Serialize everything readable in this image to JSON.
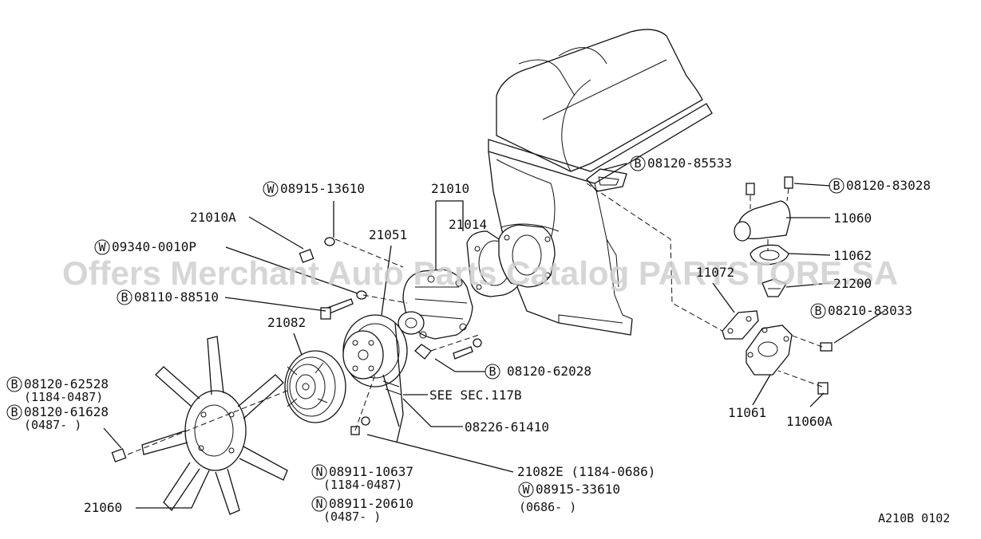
{
  "watermark": "Offers Merchant Auto Parts Catalog PARTSTORE.SA",
  "diagram_code": "A210B 0102",
  "callouts": [
    {
      "id": "w08915-13610",
      "prefix": "W",
      "text": "08915-13610"
    },
    {
      "id": "21010",
      "prefix": "",
      "text": "21010"
    },
    {
      "id": "21014",
      "prefix": "",
      "text": "21014"
    },
    {
      "id": "21010a",
      "prefix": "",
      "text": "21010A"
    },
    {
      "id": "21051",
      "prefix": "",
      "text": "21051"
    },
    {
      "id": "w09340-0010p",
      "prefix": "W",
      "text": "09340-0010P"
    },
    {
      "id": "b08110-88510",
      "prefix": "B",
      "text": "08110-88510"
    },
    {
      "id": "21082",
      "prefix": "",
      "text": "21082"
    },
    {
      "id": "b08120-62528",
      "prefix": "B",
      "text": "08120-62528"
    },
    {
      "id": "range-1184-0487-a",
      "prefix": "",
      "text": "(1184-0487)"
    },
    {
      "id": "b08120-61628",
      "prefix": "B",
      "text": "08120-61628"
    },
    {
      "id": "range-0487-a",
      "prefix": "",
      "text": "(0487-   )"
    },
    {
      "id": "b08120-62028",
      "prefix": "B",
      "text": "08120-62028"
    },
    {
      "id": "see-sec-117b",
      "prefix": "",
      "text": "SEE SEC.117B"
    },
    {
      "id": "08226-61410",
      "prefix": "",
      "text": "08226-61410"
    },
    {
      "id": "n08911-10637",
      "prefix": "N",
      "text": "08911-10637"
    },
    {
      "id": "range-1184-0487-b",
      "prefix": "",
      "text": "(1184-0487)"
    },
    {
      "id": "n08911-20610",
      "prefix": "N",
      "text": "08911-20610"
    },
    {
      "id": "range-0487-b",
      "prefix": "",
      "text": "(0487-   )"
    },
    {
      "id": "21082e",
      "prefix": "",
      "text": "21082E  (1184-0686)"
    },
    {
      "id": "w08915-33610",
      "prefix": "W",
      "text": "08915-33610"
    },
    {
      "id": "range-0686",
      "prefix": "",
      "text": "(0686-   )"
    },
    {
      "id": "21060",
      "prefix": "",
      "text": "21060"
    },
    {
      "id": "b08120-85533",
      "prefix": "B",
      "text": "08120-85533"
    },
    {
      "id": "b08120-83028",
      "prefix": "B",
      "text": "08120-83028"
    },
    {
      "id": "11060",
      "prefix": "",
      "text": "11060"
    },
    {
      "id": "11062",
      "prefix": "",
      "text": "11062"
    },
    {
      "id": "21200",
      "prefix": "",
      "text": "21200"
    },
    {
      "id": "11072",
      "prefix": "",
      "text": "11072"
    },
    {
      "id": "b08210-83033",
      "prefix": "B",
      "text": "08210-83033"
    },
    {
      "id": "11061",
      "prefix": "",
      "text": "11061"
    },
    {
      "id": "11060a",
      "prefix": "",
      "text": "11060A"
    }
  ]
}
